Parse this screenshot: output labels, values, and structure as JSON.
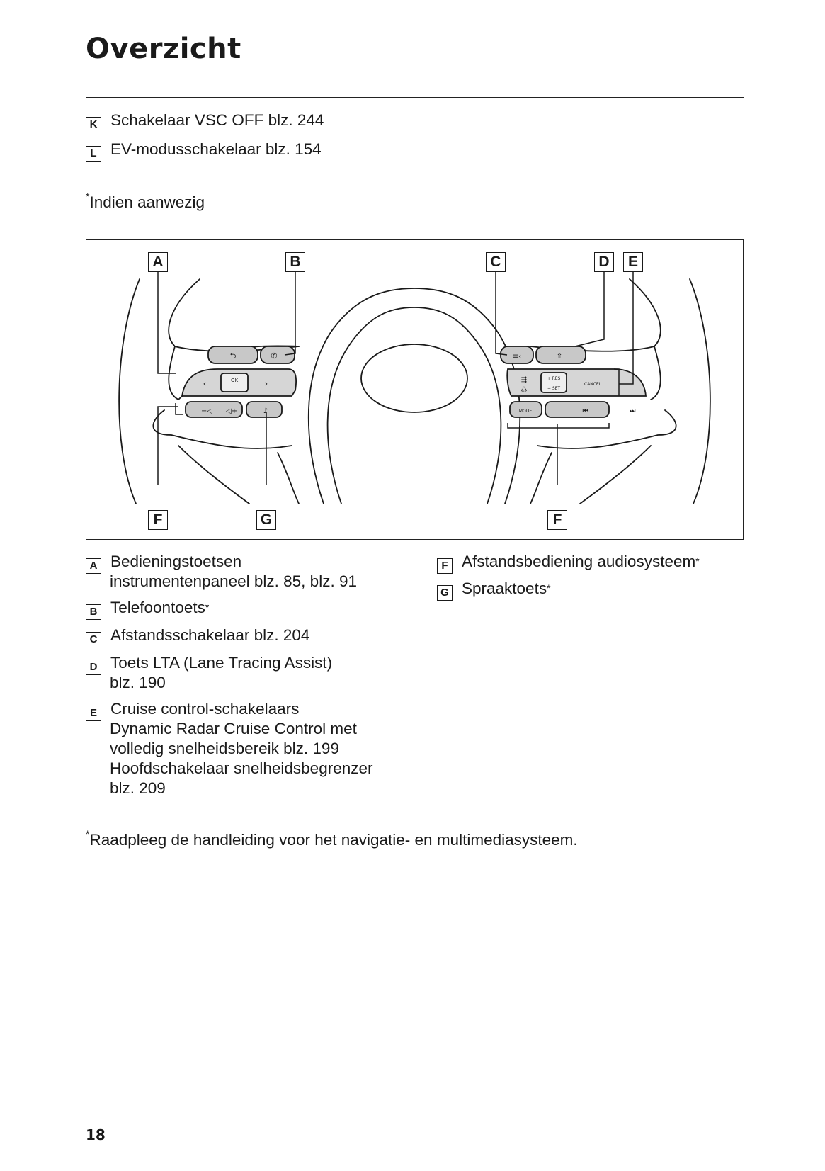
{
  "page": {
    "title": "Overzicht",
    "page_number": "18"
  },
  "top_list": [
    {
      "letter": "K",
      "text": "Schakelaar VSC OFF blz. 244"
    },
    {
      "letter": "L",
      "text": "EV-modusschakelaar blz. 154"
    }
  ],
  "note_top": {
    "star": "*",
    "text": "Indien aanwezig"
  },
  "figure": {
    "callouts": [
      "A",
      "B",
      "C",
      "D",
      "E",
      "F",
      "G",
      "F"
    ],
    "button_labels": {
      "ok": "OK",
      "res": "+ RES",
      "set": "− SET",
      "cancel": "CANCEL",
      "mode": "MODE"
    }
  },
  "legend_left": [
    {
      "letter": "A",
      "lines": [
        "Bedieningstoetsen",
        "instrumentenpaneel blz. 85, blz. 91"
      ]
    },
    {
      "letter": "B",
      "lines": [
        "Telefoontoets"
      ],
      "star": "*"
    },
    {
      "letter": "C",
      "lines": [
        "Afstandsschakelaar blz. 204"
      ]
    },
    {
      "letter": "D",
      "lines": [
        "Toets LTA (Lane Tracing Assist)",
        "blz. 190"
      ]
    },
    {
      "letter": "E",
      "lines": [
        "Cruise control-schakelaars",
        "Dynamic Radar Cruise Control met",
        "volledig snelheidsbereik blz. 199",
        "Hoofdschakelaar snelheidsbegrenzer",
        "blz. 209"
      ]
    }
  ],
  "legend_right": [
    {
      "letter": "F",
      "lines": [
        "Afstandsbediening audiosysteem"
      ],
      "star": "*"
    },
    {
      "letter": "G",
      "lines": [
        "Spraaktoets"
      ],
      "star": "*"
    }
  ],
  "note_bottom": {
    "star": "*",
    "text": "Raadpleeg de handleiding voor het navigatie- en multimediasysteem."
  }
}
